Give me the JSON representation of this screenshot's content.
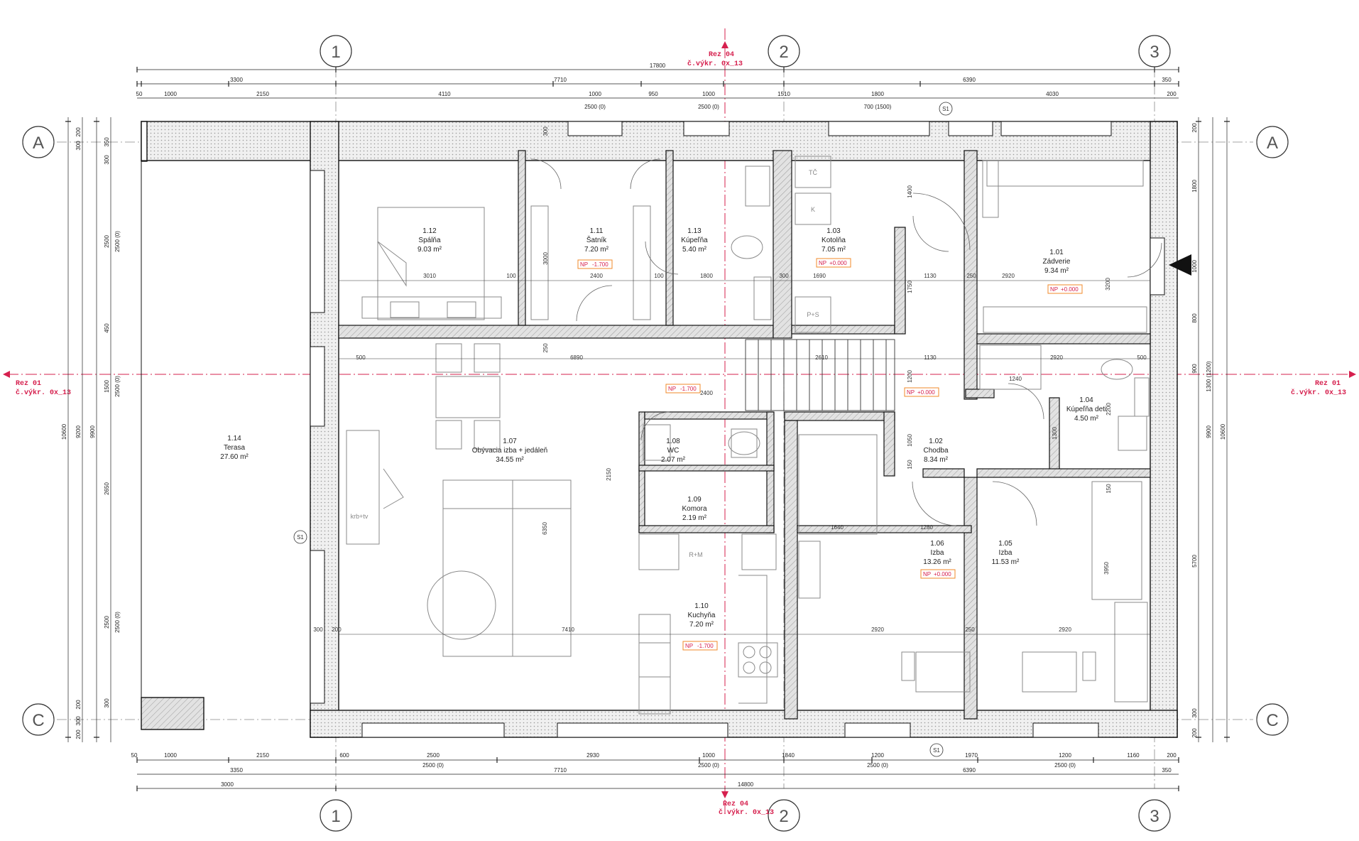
{
  "colors": {
    "accent": "#d6204e",
    "wall_fill": "#dcdcdc",
    "line": "#111111",
    "furniture": "#8a8a8a",
    "level_tag": "#f08a2a"
  },
  "grid": {
    "columns": [
      "1",
      "2",
      "3"
    ],
    "rows": [
      "A",
      "C"
    ]
  },
  "sections": {
    "vertical_top_1": "Rez 04",
    "vertical_top_2": "č.výkr. 0x_13",
    "vertical_bottom_1": "Rez 04",
    "vertical_bottom_2": "č.výkr. 0x_13",
    "left_1": "Rez 01",
    "left_2": "č.výkr. 0x_13",
    "right_1": "Rez 01",
    "right_2": "č.výkr. 0x_13"
  },
  "markers": {
    "s1": "S1"
  },
  "dims": {
    "top_total": "17800",
    "top_l2": [
      "3300",
      "7710",
      "6390",
      "350"
    ],
    "top_l3": [
      "50",
      "1000",
      "2150",
      "4110",
      "1000",
      "950",
      "1000",
      "1510",
      "1800",
      "4030",
      "200"
    ],
    "top_l4": [
      "2500 (0)",
      "2500 (0)",
      "700 (1500)"
    ],
    "bottom_l1": [
      "50",
      "1000",
      "2150",
      "600",
      "2500",
      "2930",
      "1000",
      "1840",
      "1200",
      "1970",
      "1200",
      "1160",
      "200"
    ],
    "bottom_l2": [
      "2500 (0)",
      "2500 (0)",
      "2500 (0)",
      "2500 (0)"
    ],
    "bottom_l3": [
      "3350",
      "7710",
      "6390",
      "350"
    ],
    "bottom_total": [
      "3000",
      "14800"
    ],
    "left_outer": "10600",
    "left_mid": "9200",
    "left_inner": [
      "200",
      "300",
      "350",
      "300",
      "2500",
      "450",
      "1500",
      "2650",
      "2500",
      "300",
      "200",
      "300",
      "200"
    ],
    "left_w": [
      "2500 (0)",
      "2500 (0)",
      "2500 (0)"
    ],
    "right_inner": [
      "200",
      "1800",
      "1000",
      "800",
      "900",
      "300",
      "200"
    ],
    "right_mid": [
      "9900",
      "1300 (1200)",
      "5700"
    ],
    "right_outer": "10600",
    "left_9900": "9900",
    "interior": [
      "3010",
      "100",
      "2400",
      "100",
      "1800",
      "300",
      "1690",
      "1130",
      "250",
      "2920",
      "3200",
      "500",
      "6890",
      "2610",
      "1130",
      "2920",
      "1240",
      "500",
      "2400",
      "2150",
      "6350",
      "1640",
      "1280",
      "7410",
      "2920",
      "250",
      "2920",
      "3950",
      "1750",
      "1200",
      "1050",
      "1300",
      "2200",
      "150",
      "150",
      "1400",
      "3000",
      "250",
      "300",
      "200",
      "300"
    ]
  },
  "rooms": [
    {
      "num": "1.12",
      "name": "Spálňa",
      "area": "9.03 m²"
    },
    {
      "num": "1.11",
      "name": "Šatník",
      "area": "7.20 m²",
      "level": "-1.700"
    },
    {
      "num": "1.13",
      "name": "Kúpeľňa",
      "area": "5.40 m²"
    },
    {
      "num": "1.03",
      "name": "Kotolňa",
      "area": "7.05 m²",
      "level": "+0.000"
    },
    {
      "num": "1.01",
      "name": "Zádverie",
      "area": "9.34 m²",
      "level": "+0.000"
    },
    {
      "num": "1.14",
      "name": "Terasa",
      "area": "27.60 m²"
    },
    {
      "num": "1.07",
      "name": "Obývacia izba + jedáleň",
      "area": "34.55 m²",
      "level": "-1.700"
    },
    {
      "num": "1.08",
      "name": "WC",
      "area": "2.07 m²"
    },
    {
      "num": "1.09",
      "name": "Komora",
      "area": "2.19 m²"
    },
    {
      "num": "1.10",
      "name": "Kuchyňa",
      "area": "7.20 m²",
      "level": "-1.700"
    },
    {
      "num": "1.02",
      "name": "Chodba",
      "area": "8.34 m²",
      "level": "+0.000"
    },
    {
      "num": "1.04",
      "name": "Kúpeľňa deti",
      "area": "4.50 m²"
    },
    {
      "num": "1.06",
      "name": "Izba",
      "area": "13.26 m²",
      "level": "+0.000"
    },
    {
      "num": "1.05",
      "name": "Izba",
      "area": "11.53 m²"
    }
  ],
  "level_prefix": "NP",
  "equipment": {
    "tc": "TČ",
    "k": "K",
    "ps": "P+S",
    "rm": "R+M",
    "fireplace": "krb+tv"
  }
}
